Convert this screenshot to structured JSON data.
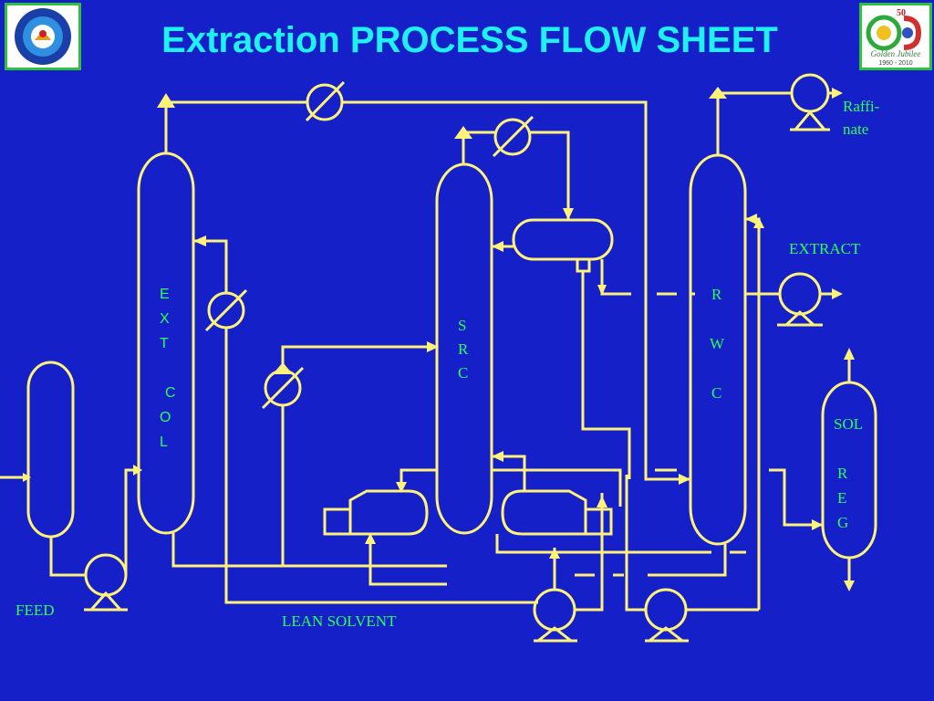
{
  "title": "Extraction PROCESS FLOW SHEET",
  "logos": {
    "left_icon": "csir-india-emblem",
    "right_icon": "golden-jubilee-emblem",
    "right_badge_text": "50",
    "right_caption": "Golden Jubilee",
    "right_years": "1960 - 2010"
  },
  "labels": {
    "ext_col": [
      "E",
      "X",
      "T",
      "C",
      "O",
      "L"
    ],
    "src": [
      "S",
      "R",
      "C"
    ],
    "rwc": [
      "R",
      "W",
      "C"
    ],
    "sol_reg": [
      "SOL",
      "R",
      "E",
      "G"
    ],
    "raffinate": [
      "Raffi-",
      "nate"
    ],
    "extract": "EXTRACT",
    "feed": "FEED",
    "lean_solvent": "LEAN SOLVENT"
  },
  "colors": {
    "background": "#1520c8",
    "title": "#1ff0f0",
    "lines": "#fff27a",
    "labels": "#2bff52"
  }
}
